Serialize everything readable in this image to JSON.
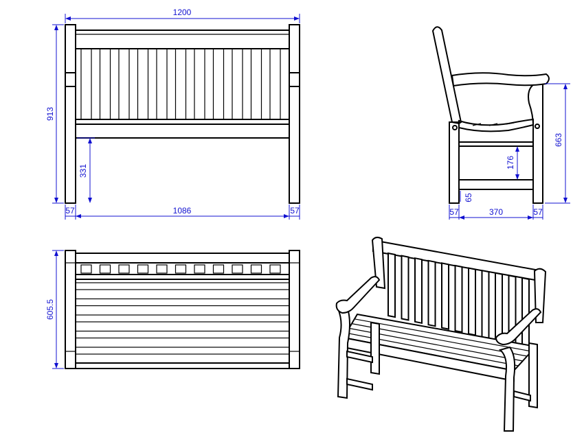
{
  "colors": {
    "line": "#000000",
    "dimension": "#1010d0",
    "background": "#ffffff"
  },
  "dimensions": {
    "front_width": "1200",
    "front_height": "913",
    "seat_height": "331",
    "leg_left": "57",
    "inner_width": "1086",
    "leg_right": "57",
    "side_height": "663",
    "side_rail": "176",
    "side_low": "65",
    "side_leg_left": "57",
    "side_depth": "370",
    "side_leg_right": "57",
    "top_depth": "605.5"
  }
}
